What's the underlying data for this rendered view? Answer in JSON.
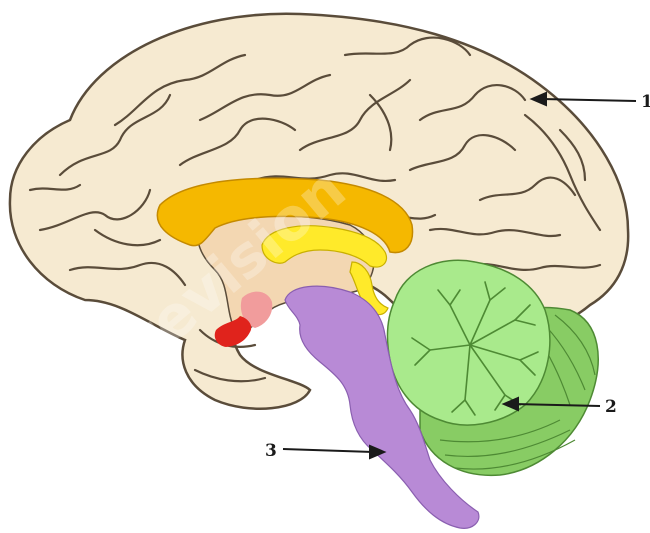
{
  "diagram": {
    "labels": [
      {
        "id": "label-1",
        "text": "1"
      },
      {
        "id": "label-2",
        "text": "2"
      },
      {
        "id": "label-3",
        "text": "3"
      }
    ],
    "watermark_text": "Arevision",
    "colors": {
      "cerebrum": "#f6ead1",
      "cerebrum_outline": "#5a4c3a",
      "corpus_callosum": "#f5b800",
      "fornix": "#ffea2a",
      "diencephalon": "#f3d7b2",
      "pituitary_light": "#f19c9c",
      "pituitary_dark": "#e0231c",
      "brainstem": "#b88ad6",
      "cerebellum_light": "#a9ea8c",
      "cerebellum_dark": "#88cc64",
      "arrow": "#1a1a1a"
    }
  }
}
